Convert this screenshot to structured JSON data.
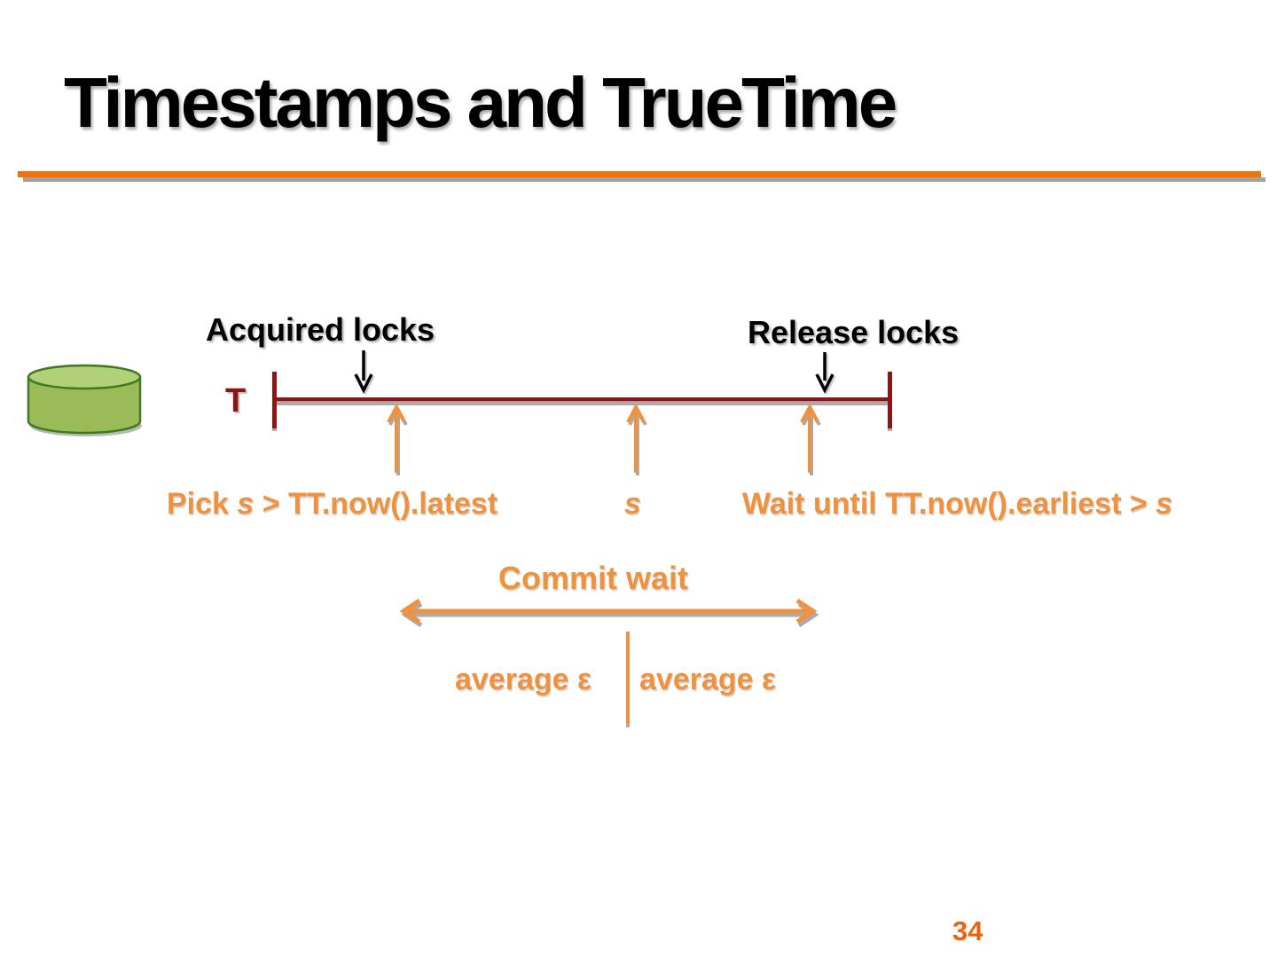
{
  "colors": {
    "accent_orange": "#F0913E",
    "rule_orange": "#F4720B",
    "dark_red": "#8B1414",
    "text_black": "#000000",
    "page_orange": "#E8650C",
    "cylinder_body": "#9BBB59",
    "cylinder_top": "#B2D077",
    "cylinder_outline": "#3E7A1E",
    "shadow_gray": "#ABABAB"
  },
  "slide": {
    "title": "Timestamps and TrueTime",
    "page_number": "34"
  },
  "diagram": {
    "timeline": {
      "axis_label": "T",
      "acquired_label": "Acquired locks",
      "release_label": "Release locks"
    },
    "annotations": {
      "pick_prefix": "Pick ",
      "pick_s": "s",
      "pick_suffix": " > TT.now().latest",
      "s_marker": "s",
      "wait_prefix": "Wait until TT.now().earliest > ",
      "wait_s": "s",
      "commit_wait": "Commit wait",
      "average_epsilon_left": "average ε",
      "average_epsilon_right": "average ε"
    }
  }
}
